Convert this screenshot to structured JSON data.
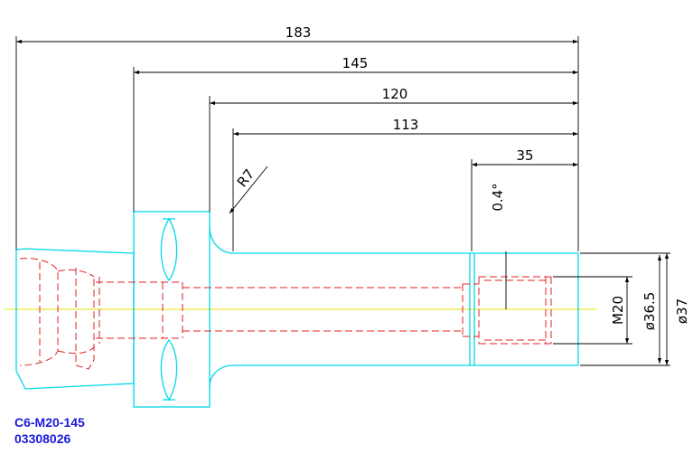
{
  "colors": {
    "outline": "#00d8e8",
    "hidden": "#e02020",
    "centerline": "#e8e000",
    "dimension": "#000000",
    "label": "#1a1adc"
  },
  "dimensions": {
    "len_183": "183",
    "len_145": "145",
    "len_120": "120",
    "len_113": "113",
    "len_35": "35",
    "radius": "R7",
    "angle": "0.4°",
    "thread": "M20",
    "dia_365": "ø36.5",
    "dia_37": "ø37"
  },
  "labels": {
    "part_number": "C6-M20-145",
    "code": "03308026"
  }
}
